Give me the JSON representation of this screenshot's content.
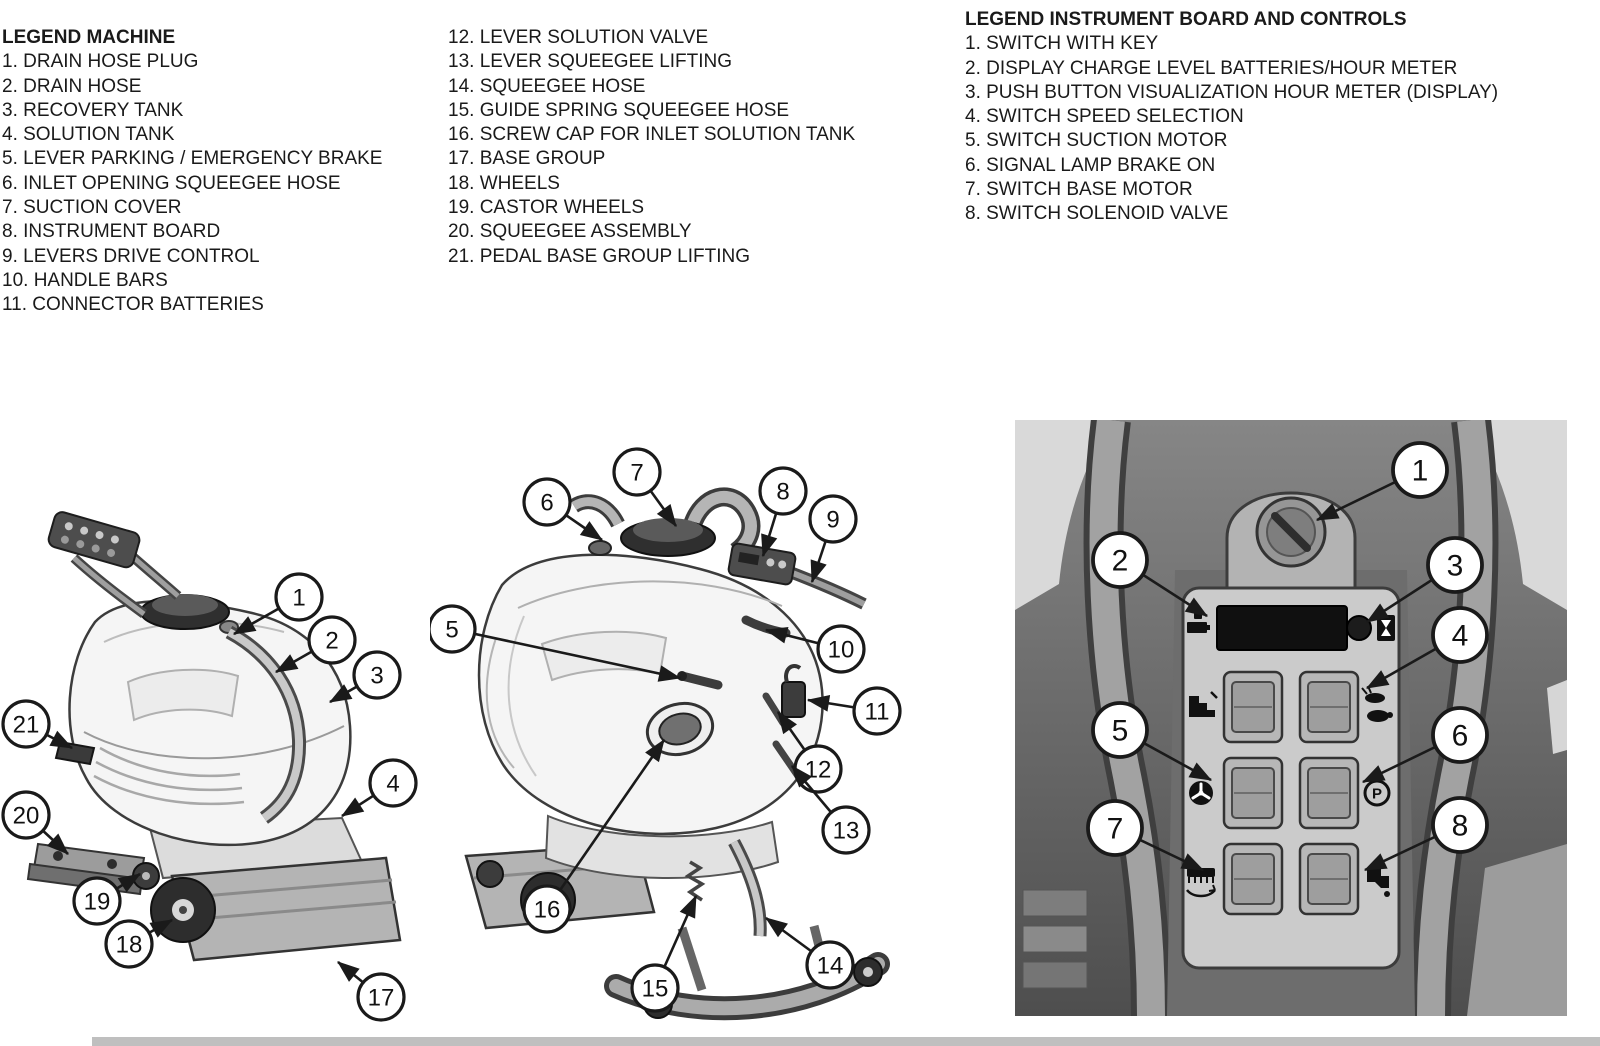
{
  "colors": {
    "text": "#1a1a1a",
    "line_art": "#3c3c3c",
    "photo_dark": "#4e4e4e",
    "callout_fill": "#ffffff"
  },
  "legend_machine": {
    "title": "LEGEND MACHINE",
    "col1": [
      "1. DRAIN HOSE PLUG",
      "2. DRAIN HOSE",
      "3. RECOVERY TANK",
      "4. SOLUTION TANK",
      "5. LEVER PARKING / EMERGENCY BRAKE",
      "6. INLET OPENING SQUEEGEE HOSE",
      "7. SUCTION COVER",
      "8. INSTRUMENT BOARD",
      "9. LEVERS DRIVE CONTROL",
      "10. HANDLE BARS",
      "11. CONNECTOR BATTERIES"
    ],
    "col2": [
      "12. LEVER SOLUTION VALVE",
      "13. LEVER SQUEEGEE LIFTING",
      "14. SQUEEGEE HOSE",
      "15. GUIDE SPRING SQUEEGEE HOSE",
      "16. SCREW CAP FOR INLET SOLUTION TANK",
      "17. BASE GROUP",
      "18. WHEELS",
      "19. CASTOR WHEELS",
      "20. SQUEEGEE ASSEMBLY",
      "21. PEDAL BASE GROUP LIFTING"
    ]
  },
  "legend_controls": {
    "title": "LEGEND INSTRUMENT BOARD AND CONTROLS",
    "items": [
      "1. SWITCH WITH KEY",
      "2. DISPLAY CHARGE LEVEL BATTERIES/HOUR METER",
      "3. PUSH BUTTON VISUALIZATION HOUR METER (DISPLAY)",
      "4. SWITCH SPEED SELECTION",
      "5. SWITCH SUCTION MOTOR",
      "6. SIGNAL LAMP BRAKE ON",
      "7. SWITCH BASE MOTOR",
      "8. SWITCH SOLENOID VALVE"
    ]
  },
  "fig_rear": {
    "callouts": [
      "1",
      "2",
      "3",
      "4",
      "17",
      "18",
      "19",
      "20",
      "21"
    ]
  },
  "fig_front": {
    "callouts": [
      "5",
      "6",
      "7",
      "8",
      "9",
      "10",
      "11",
      "12",
      "13",
      "14",
      "15",
      "16"
    ]
  },
  "fig_panel": {
    "callouts": [
      "1",
      "2",
      "3",
      "4",
      "5",
      "6",
      "7",
      "8"
    ],
    "parking_label": "P",
    "icons": {
      "key_switch": "circle-with-slot",
      "battery": "battery-shape",
      "hourglass": "hourglass-shape",
      "speed_selection": "hare-turtle-shape",
      "suction_motor": "fan-shape",
      "brake_lamp": "P-in-circle",
      "base_motor": "brush-shape",
      "solenoid_valve": "tap-shape",
      "base_lowering": "steps-shape"
    }
  }
}
